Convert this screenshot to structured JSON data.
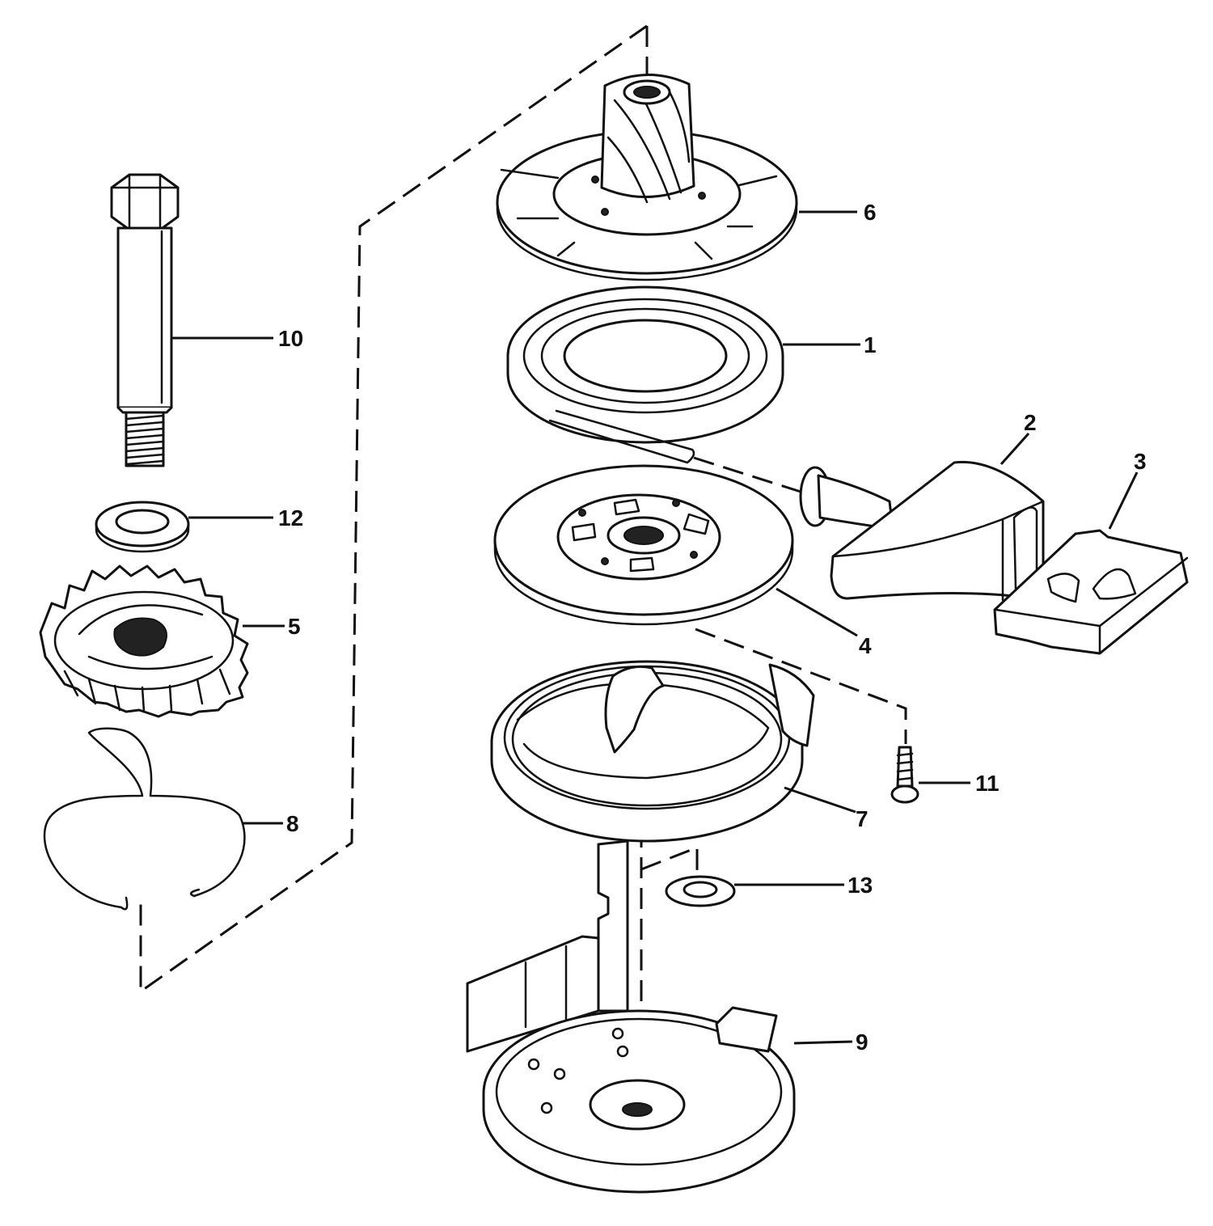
{
  "diagram": {
    "colors": {
      "ink": "#111111",
      "background": "#ffffff"
    },
    "parts": [
      {
        "callout": "1",
        "part": "rope-pulley"
      },
      {
        "callout": "2",
        "part": "starter-handle"
      },
      {
        "callout": "3",
        "part": "handle-anchor"
      },
      {
        "callout": "4",
        "part": "spring-retainer-plate"
      },
      {
        "callout": "5",
        "part": "pawl-gear"
      },
      {
        "callout": "6",
        "part": "drive-hub"
      },
      {
        "callout": "7",
        "part": "recoil-spring"
      },
      {
        "callout": "8",
        "part": "retaining-clip"
      },
      {
        "callout": "9",
        "part": "starter-housing"
      },
      {
        "callout": "10",
        "part": "shoulder-bolt"
      },
      {
        "callout": "11",
        "part": "screw"
      },
      {
        "callout": "12",
        "part": "flat-washer"
      },
      {
        "callout": "13",
        "part": "spacer-washer"
      }
    ]
  }
}
